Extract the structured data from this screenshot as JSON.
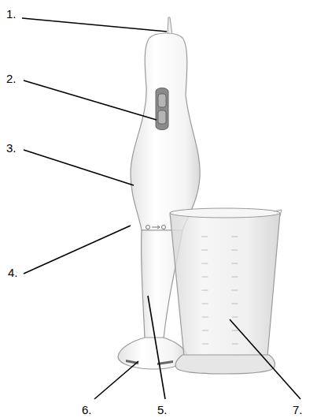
{
  "diagram": {
    "labels": [
      "1.",
      "2.",
      "3.",
      "4.",
      "5.",
      "6.",
      "7."
    ]
  }
}
